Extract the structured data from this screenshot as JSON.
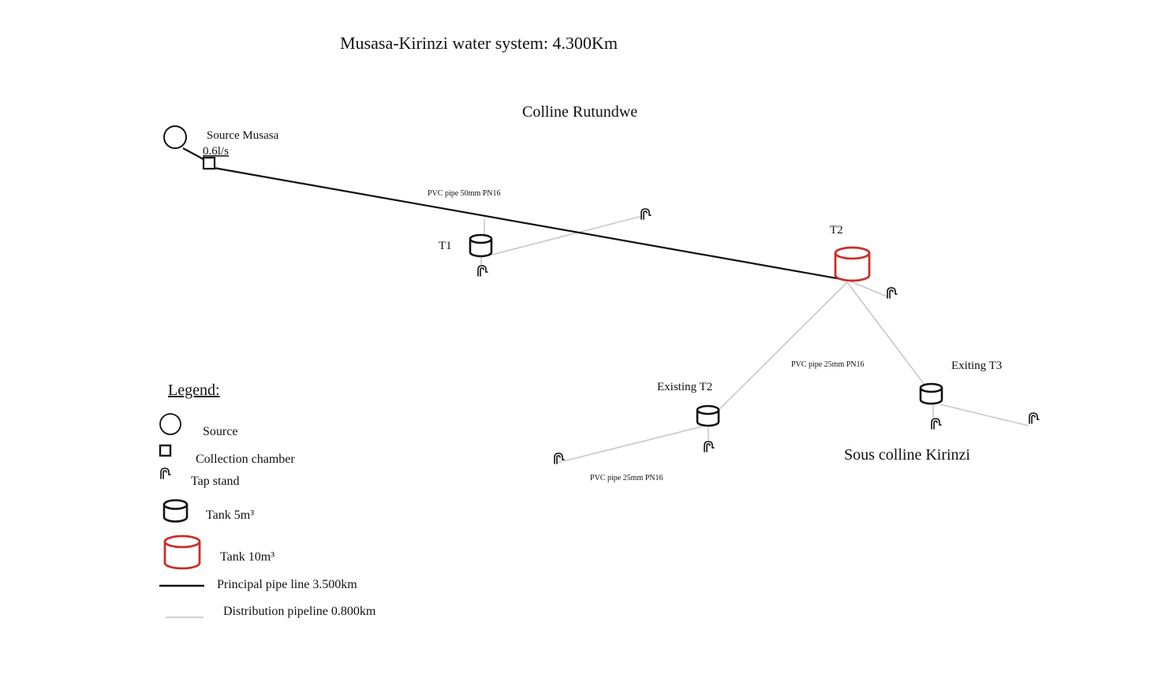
{
  "title": "Musasa-Kirinzi water system: 4.300Km",
  "regions": {
    "upper": "Colline Rutundwe",
    "lower": "Sous colline Kirinzi"
  },
  "nodes": {
    "source_name": "Source Musasa",
    "source_flow": "0.6l/s",
    "tank_t1": "T1",
    "tank_t2": "T2",
    "existing_t2": "Existing T2",
    "existing_t3": "Exiting T3"
  },
  "pipe_labels": {
    "main": "PVC pipe 50mm PN16",
    "dist_upper": "PVC pipe 25mm PN16",
    "dist_lower": "PVC pipe 25mm PN16"
  },
  "legend": {
    "heading": "Legend:",
    "source": "Source",
    "collection_chamber": "Collection chamber",
    "tap_stand": "Tap stand",
    "tank_5": "Tank 5m³",
    "tank_10": "Tank 10m³",
    "principal": "Principal pipe line 3.500km",
    "distribution": "Distribution pipeline 0.800km"
  },
  "colors": {
    "principal_pipe": "#111111",
    "distribution_pipe": "#c9c9c9",
    "tank_10": "#c8302a",
    "tank_5": "#111111"
  },
  "icons": [
    "source-circle-icon",
    "collection-chamber-icon",
    "tap-stand-icon",
    "tank-5-icon",
    "tank-10-icon"
  ]
}
